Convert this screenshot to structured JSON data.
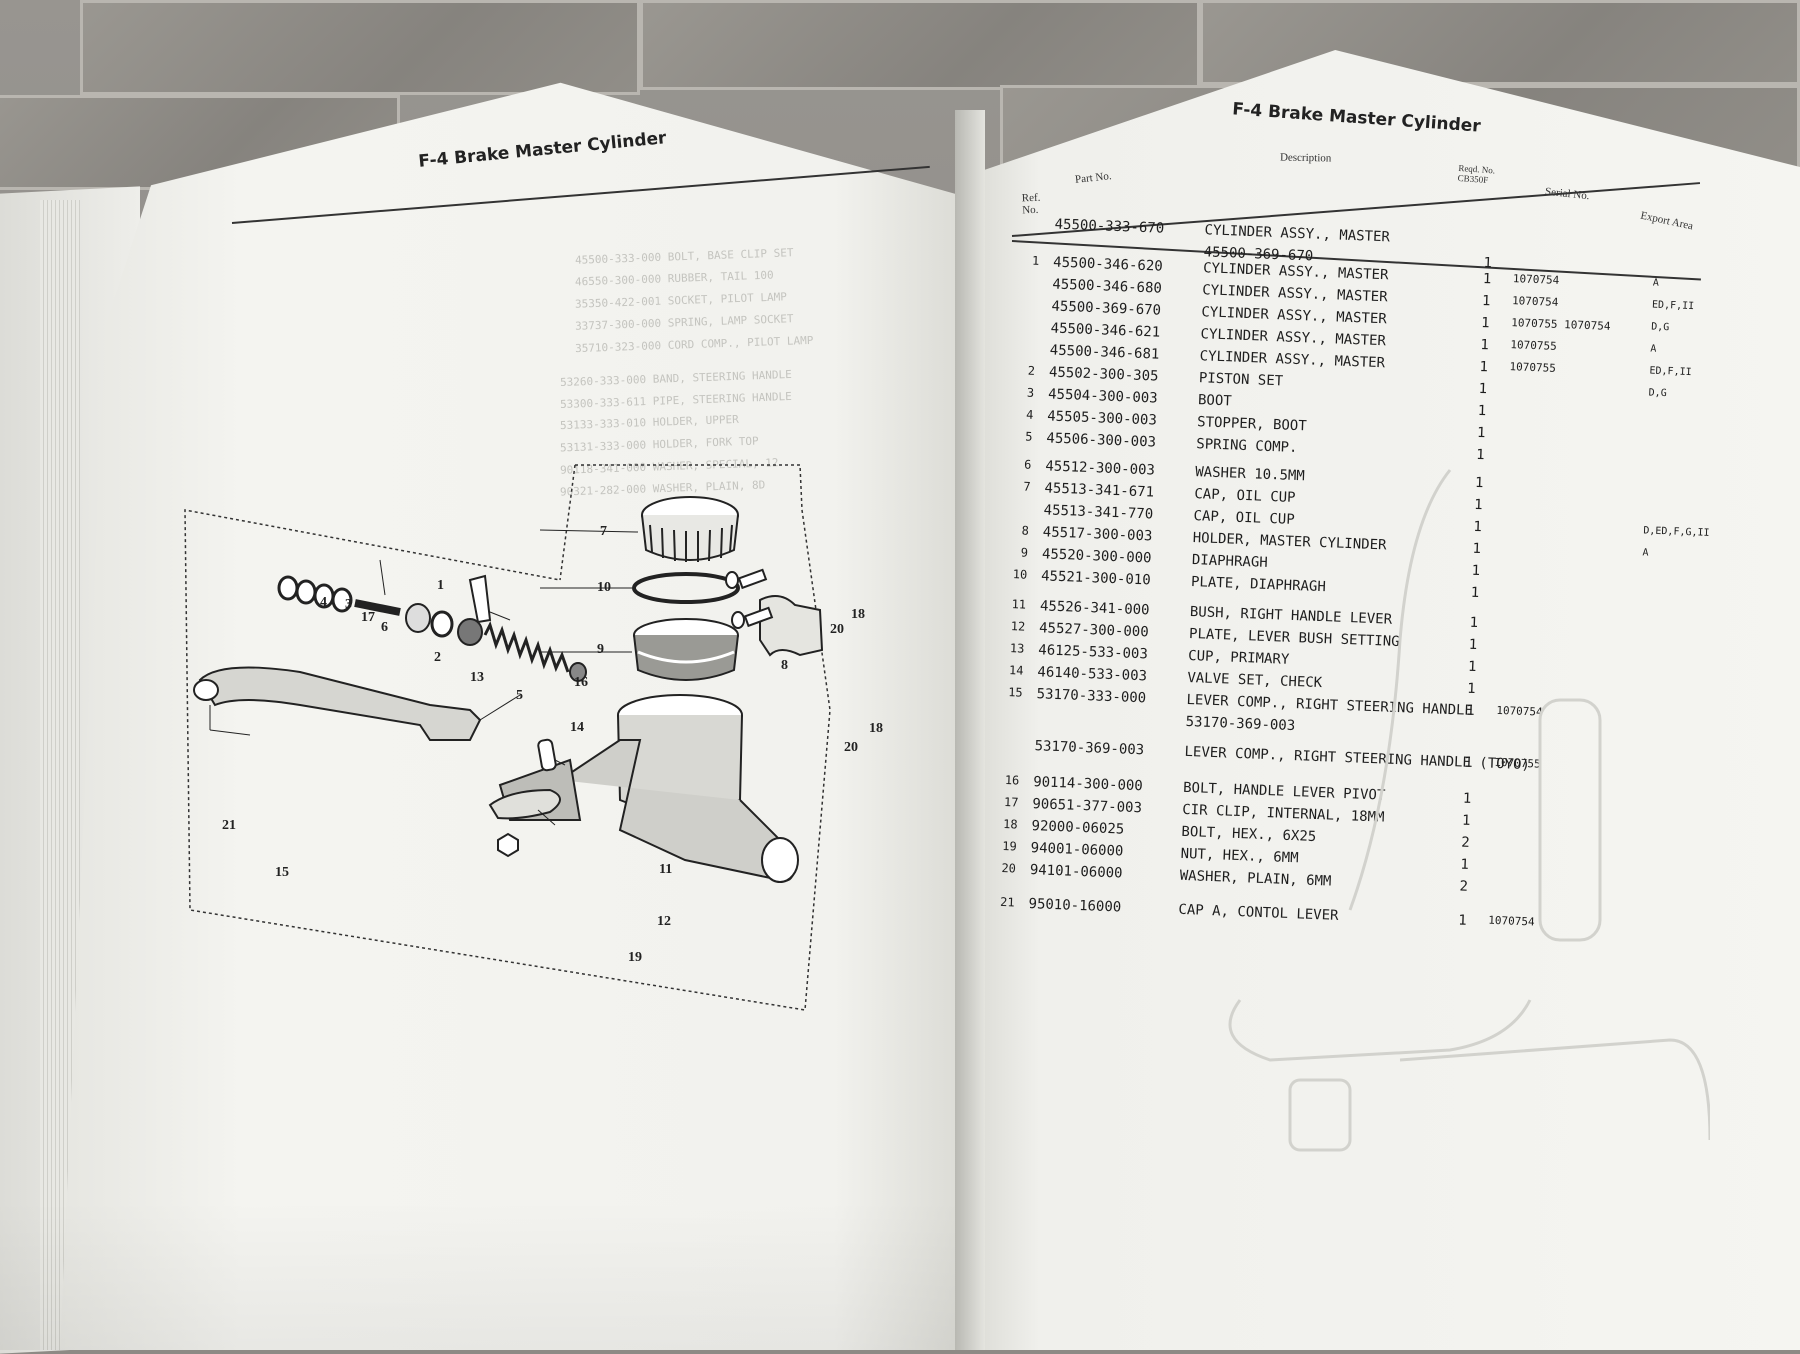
{
  "left_page": {
    "title": "F-4 Brake Master Cylinder",
    "callouts": [
      "1",
      "2",
      "3",
      "4",
      "5",
      "6",
      "7",
      "8",
      "9",
      "10",
      "11",
      "12",
      "13",
      "14",
      "15",
      "16",
      "17",
      "18",
      "18",
      "19",
      "20",
      "20",
      "21"
    ],
    "ghost_lines": [
      "45500-333-000   BOLT, BASE CLIP SET",
      "46550-300-000   RUBBER, TAIL 100",
      "35350-422-001   SOCKET, PILOT LAMP",
      "33737-300-000   SPRING, LAMP SOCKET",
      "35710-323-000   CORD COMP., PILOT LAMP",
      "53260-333-000   BAND, STEERING HANDLE",
      "53300-333-611   PIPE, STEERING HANDLE",
      "53133-333-010   HOLDER, UPPER",
      "53131-333-000   HOLDER, FORK TOP",
      "90118-341-000   WASHER, SPECIAL, 12",
      "90321-282-000   WASHER, PLAIN, 8D"
    ]
  },
  "right_page": {
    "title": "F-4 Brake Master Cylinder",
    "headers": {
      "ref": "Ref. No.",
      "part": "Part No.",
      "desc": "Description",
      "reqd": "Reqd. No. CB350F",
      "serial": "Serial No.",
      "area": "Export Area"
    },
    "rows": [
      {
        "ref": "",
        "part": "45500-333-670",
        "desc": "CYLINDER ASSY., MASTER",
        "qty": "",
        "serial": "",
        "area": ""
      },
      {
        "ref": "",
        "part": "",
        "desc": "45500-369-670",
        "qty": "1",
        "serial": "",
        "area": ""
      },
      {
        "ref": "1",
        "part": "45500-346-620",
        "desc": "CYLINDER ASSY., MASTER",
        "qty": "1",
        "serial": "1070754",
        "area": "A"
      },
      {
        "ref": "",
        "part": "45500-346-680",
        "desc": "CYLINDER ASSY., MASTER",
        "qty": "1",
        "serial": "1070754",
        "area": "ED,F,II"
      },
      {
        "ref": "",
        "part": "45500-369-670",
        "desc": "CYLINDER ASSY., MASTER",
        "qty": "1",
        "serial": "1070755 1070754",
        "area": "D,G"
      },
      {
        "ref": "",
        "part": "45500-346-621",
        "desc": "CYLINDER ASSY., MASTER",
        "qty": "1",
        "serial": "1070755",
        "area": "A"
      },
      {
        "ref": "",
        "part": "45500-346-681",
        "desc": "CYLINDER ASSY., MASTER",
        "qty": "1",
        "serial": "1070755",
        "area": "ED,F,II"
      },
      {
        "ref": "2",
        "part": "45502-300-305",
        "desc": "PISTON SET",
        "qty": "1",
        "serial": "",
        "area": "D,G"
      },
      {
        "ref": "3",
        "part": "45504-300-003",
        "desc": "BOOT",
        "qty": "1",
        "serial": "",
        "area": ""
      },
      {
        "ref": "4",
        "part": "45505-300-003",
        "desc": "STOPPER, BOOT",
        "qty": "1",
        "serial": "",
        "area": ""
      },
      {
        "ref": "5",
        "part": "45506-300-003",
        "desc": "SPRING COMP.",
        "qty": "1",
        "serial": "",
        "area": ""
      },
      {
        "ref": "6",
        "part": "45512-300-003",
        "desc": "WASHER 10.5MM",
        "qty": "1",
        "serial": "",
        "area": ""
      },
      {
        "ref": "7",
        "part": "45513-341-671",
        "desc": "CAP, OIL CUP",
        "qty": "1",
        "serial": "",
        "area": ""
      },
      {
        "ref": "",
        "part": "45513-341-770",
        "desc": "CAP, OIL CUP",
        "qty": "1",
        "serial": "",
        "area": "D,ED,F,G,II"
      },
      {
        "ref": "8",
        "part": "45517-300-003",
        "desc": "HOLDER, MASTER CYLINDER",
        "qty": "1",
        "serial": "",
        "area": "A"
      },
      {
        "ref": "9",
        "part": "45520-300-000",
        "desc": "DIAPHRAGH",
        "qty": "1",
        "serial": "",
        "area": ""
      },
      {
        "ref": "10",
        "part": "45521-300-010",
        "desc": "PLATE, DIAPHRAGH",
        "qty": "1",
        "serial": "",
        "area": ""
      },
      {
        "ref": "11",
        "part": "45526-341-000",
        "desc": "BUSH, RIGHT HANDLE LEVER",
        "qty": "1",
        "serial": "",
        "area": ""
      },
      {
        "ref": "12",
        "part": "45527-300-000",
        "desc": "PLATE, LEVER BUSH SETTING",
        "qty": "1",
        "serial": "",
        "area": ""
      },
      {
        "ref": "13",
        "part": "46125-533-003",
        "desc": "CUP, PRIMARY",
        "qty": "1",
        "serial": "",
        "area": ""
      },
      {
        "ref": "14",
        "part": "46140-533-003",
        "desc": "VALVE SET, CHECK",
        "qty": "1",
        "serial": "",
        "area": ""
      },
      {
        "ref": "15",
        "part": "53170-333-000",
        "desc": "LEVER COMP., RIGHT STEERING HANDLE",
        "qty": "1",
        "serial": "1070754",
        "area": ""
      },
      {
        "ref": "",
        "part": "",
        "desc": "53170-369-003",
        "qty": "",
        "serial": "",
        "area": ""
      },
      {
        "ref": "",
        "part": "53170-369-003",
        "desc": "LEVER COMP., RIGHT STEERING HANDLE (TOYO)",
        "qty": "1",
        "serial": "1070755",
        "area": ""
      },
      {
        "ref": "16",
        "part": "90114-300-000",
        "desc": "BOLT, HANDLE LEVER PIVOT",
        "qty": "1",
        "serial": "",
        "area": ""
      },
      {
        "ref": "17",
        "part": "90651-377-003",
        "desc": "CIR CLIP, INTERNAL, 18MM",
        "qty": "1",
        "serial": "",
        "area": ""
      },
      {
        "ref": "18",
        "part": "92000-06025",
        "desc": "BOLT, HEX., 6X25",
        "qty": "2",
        "serial": "",
        "area": ""
      },
      {
        "ref": "19",
        "part": "94001-06000",
        "desc": "NUT, HEX., 6MM",
        "qty": "1",
        "serial": "",
        "area": ""
      },
      {
        "ref": "20",
        "part": "94101-06000",
        "desc": "WASHER, PLAIN, 6MM",
        "qty": "2",
        "serial": "",
        "area": ""
      },
      {
        "ref": "21",
        "part": "95010-16000",
        "desc": "CAP A, CONTOL LEVER",
        "qty": "1",
        "serial": "1070754",
        "area": ""
      }
    ]
  },
  "colors": {
    "paper": "#f3f3ef",
    "ink": "#1e1e1e",
    "wall": "#8f8c87"
  }
}
